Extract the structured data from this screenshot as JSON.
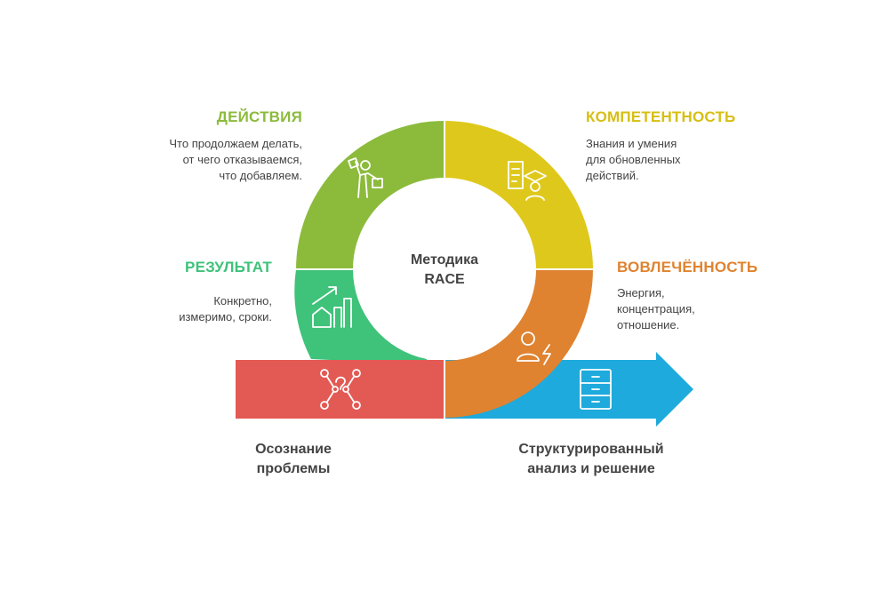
{
  "center": {
    "title": "Методика\nRACE"
  },
  "segments": {
    "actions": {
      "title": "ДЕЙСТВИЯ",
      "desc": "Что продолжаем делать,\nот чего отказываемся,\nчто добавляем.",
      "color": "#8cbb3c",
      "icon": "person-with-briefcase-icon"
    },
    "competence": {
      "title": "КОМПЕТЕНТНОСТЬ",
      "desc": "Знания и умения\nдля обновленных\nдействий.",
      "color": "#dfc81c",
      "icon": "graduate-document-icon"
    },
    "engagement": {
      "title": "ВОВЛЕЧЁННОСТЬ",
      "desc": "Энергия,\nконцентрация,\nотношение.",
      "color": "#df8330",
      "icon": "person-energy-icon"
    },
    "result": {
      "title": "РЕЗУЛЬТАТ",
      "desc": "Конкретно,\nизмеримо, сроки.",
      "color": "#3fc27a",
      "icon": "growth-chart-icon"
    }
  },
  "bottom": {
    "left": {
      "label": "Осознание\nпроблемы",
      "color": "#e35a54",
      "icon": "question-network-icon"
    },
    "right": {
      "label": "Структурированный\nанализ и решение",
      "color": "#1eaadc",
      "icon": "file-cabinet-icon"
    }
  }
}
